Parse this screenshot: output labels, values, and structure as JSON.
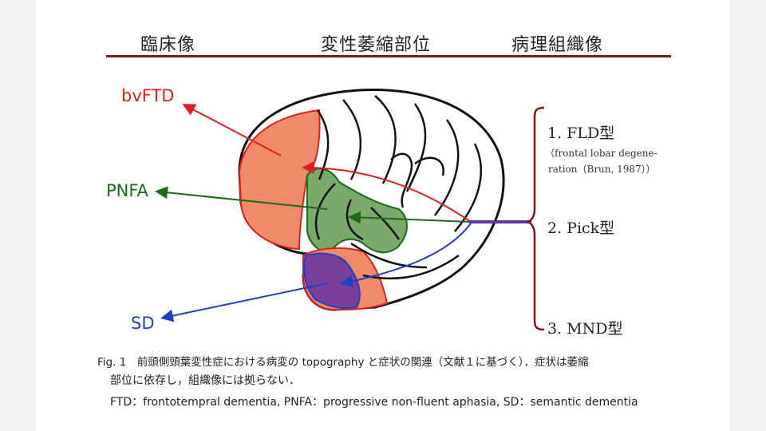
{
  "headers": {
    "clinical": "臨床像",
    "atrophy": "変性萎縮部位",
    "pathology": "病理組織像"
  },
  "syndromes": {
    "bvftd": "bvFTD",
    "pnfa": "PNFA",
    "sd": "SD"
  },
  "types": {
    "t1": "1. FLD型",
    "t1_note_1": "（frontal lobar degene-",
    "t1_note_2": "ration（Brun, 1987））",
    "t2": "2. Pick型",
    "t3": "3. MND型"
  },
  "caption": {
    "line1": "Fig. 1　前頭側頭葉変性症における病変の topography と症状の関連（文献１に基づく）．症状は萎縮",
    "line2": "部位に依存し，組織像には拠らない．",
    "line3": "FTD：frontotempral dementia, PNFA：progressive non-fluent aphasia, SD：semantic dementia"
  },
  "colors": {
    "bvftd": "#e02020",
    "pnfa": "#1a6a1a",
    "sd": "#2040c0",
    "frontal_fill": "#ef8a6a",
    "insula_fill": "#7aaa6a",
    "temporal_fill": "#7a3f9a",
    "rule": "#7a1a1a",
    "connector": "#5a3aa0"
  }
}
